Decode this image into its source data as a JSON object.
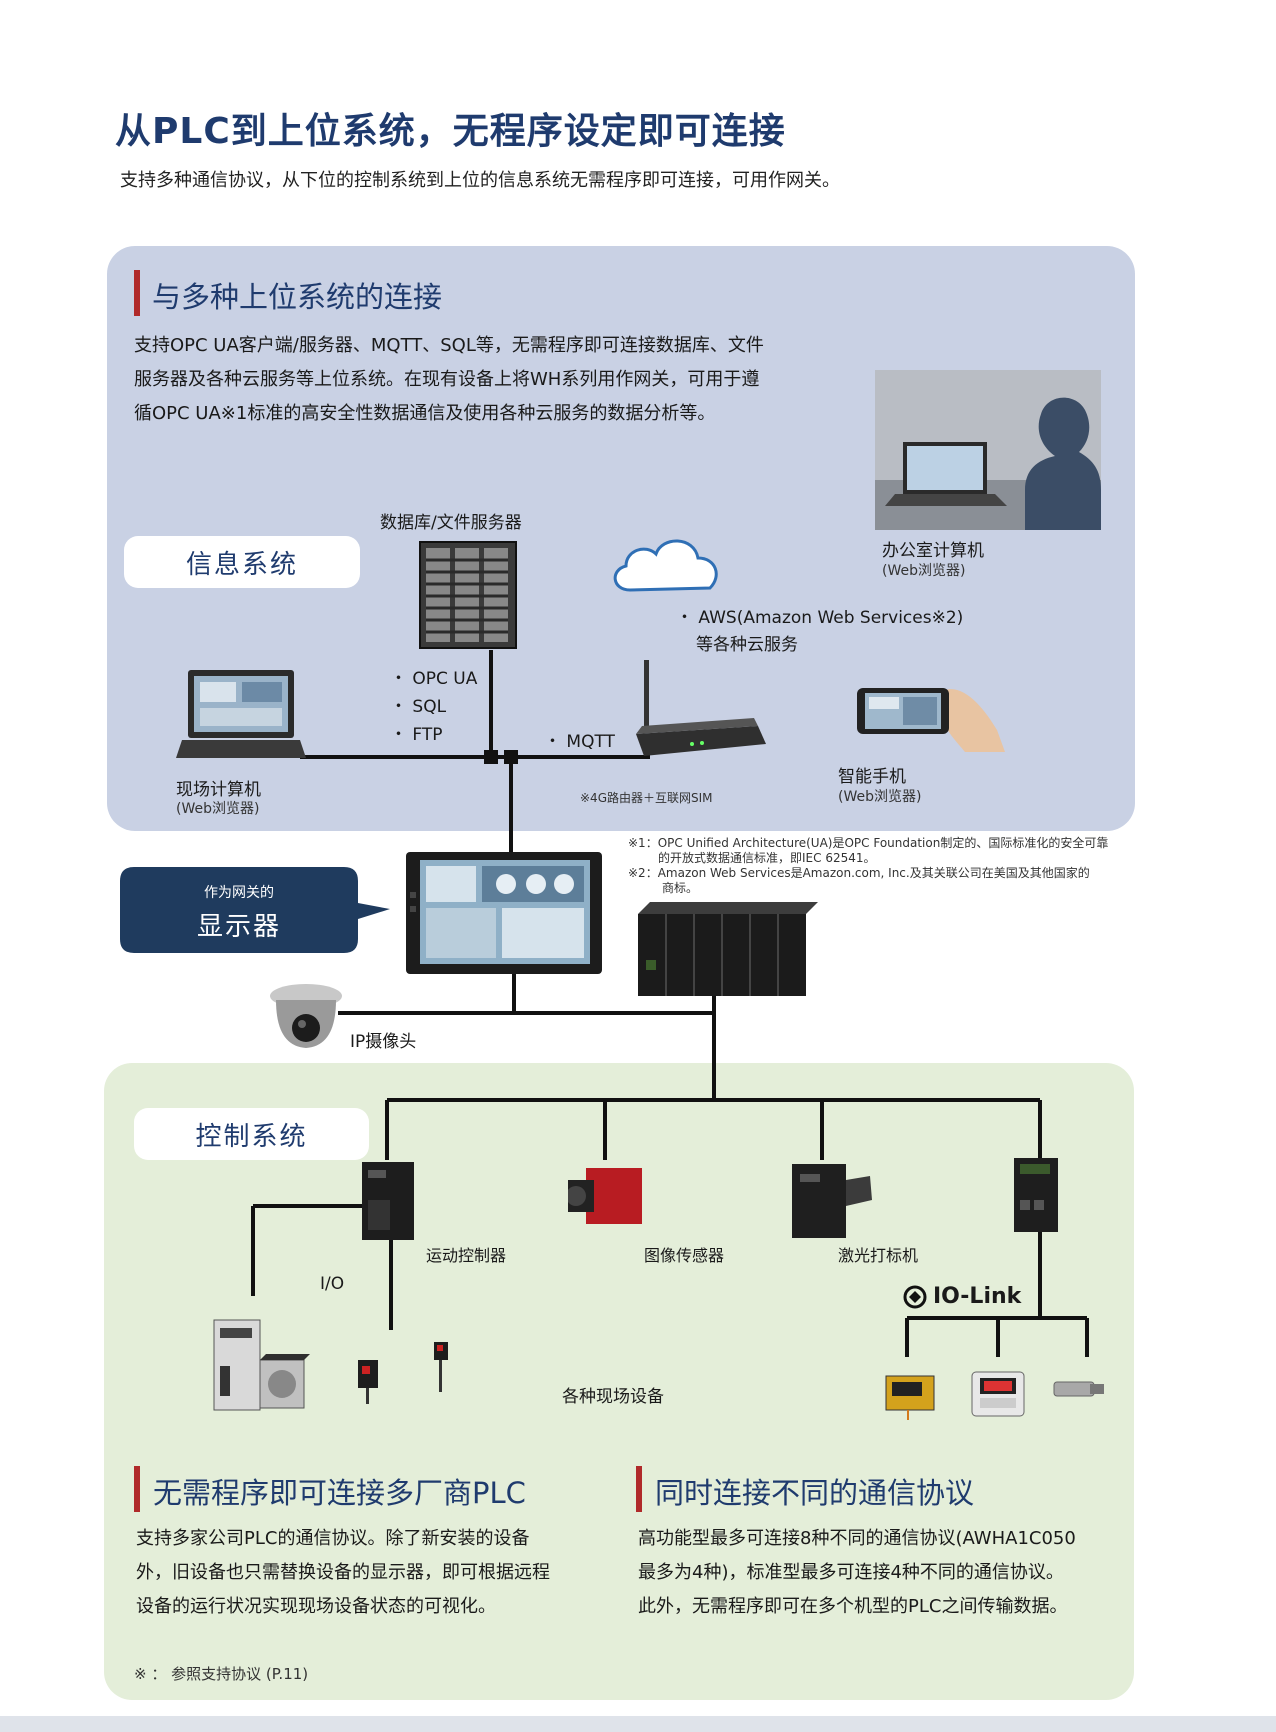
{
  "header": {
    "title": "从PLC到上位系统，无程序设定即可连接",
    "subtitle": "支持多种通信协议，从下位的控制系统到上位的信息系统无需程序即可连接，可用作网关。"
  },
  "info_section": {
    "heading": "与多种上位系统的连接",
    "paragraph_lines": [
      "支持OPC UA客户端/服务器、MQTT、SQL等，无需程序即可连接数据库、文件",
      "服务器及各种云服务等上位系统。在现有设备上将WH系列用作网关，可用于遵",
      "循OPC UA※1标准的高安全性数据通信及使用各种云服务的数据分析等。"
    ],
    "tag": "信息系统"
  },
  "diagram": {
    "db_server_label": "数据库/文件服务器",
    "office_pc_label": "办公室计算机",
    "office_pc_sub": "(Web浏览器)",
    "cloud_label_1": "・ AWS(Amazon Web Services※2)",
    "cloud_label_2": "等各种云服务",
    "protocols": [
      "・ OPC UA",
      "・ SQL",
      "・ FTP"
    ],
    "mqtt": "・  MQTT",
    "router_label": "※4G路由器＋互联网SIM",
    "phone_label": "智能手机",
    "phone_sub": "(Web浏览器)",
    "field_pc_label": "现场计算机",
    "field_pc_sub": "(Web浏览器)",
    "gateway_small": "作为网关的",
    "gateway_big": "显示器",
    "camera_label": "IP摄像头",
    "notes": [
      "※1：OPC Unified Architecture(UA)是OPC Foundation制定的、国际标准化的安全可靠",
      "的开放式数据通信标准，即IEC 62541。",
      "※2：Amazon Web Services是Amazon.com, Inc.及其关联公司在美国及其他国家的",
      "商标。"
    ]
  },
  "control_section": {
    "tag": "控制系统",
    "motion_label": "运动控制器",
    "image_sensor_label": "图像传感器",
    "laser_label": "激光打标机",
    "io_label": "I/O",
    "iolink_label": "IO-Link",
    "field_devices_label": "各种现场设备"
  },
  "feature_left": {
    "heading": "无需程序即可连接多厂商PLC",
    "lines": [
      "支持多家公司PLC的通信协议。除了新安装的设备",
      "外，旧设备也只需替换设备的显示器，即可根据远程",
      "设备的运行状况实现现场设备状态的可视化。"
    ]
  },
  "feature_right": {
    "heading": "同时连接不同的通信协议",
    "lines": [
      "高功能型最多可连接8种不同的通信协议(AWHA1C050",
      "最多为4种)，标准型最多可连接4种不同的通信协议。",
      "此外，无需程序即可在多个机型的PLC之间传输数据。"
    ]
  },
  "footnote": "※ ：  参照支持协议 (P.11)",
  "colors": {
    "title": "#1f3b6e",
    "accent_bar": "#b02a2a",
    "info_bg": "#c9d1e4",
    "control_bg": "#e4eed9",
    "gateway_box": "#1f3b5e"
  }
}
